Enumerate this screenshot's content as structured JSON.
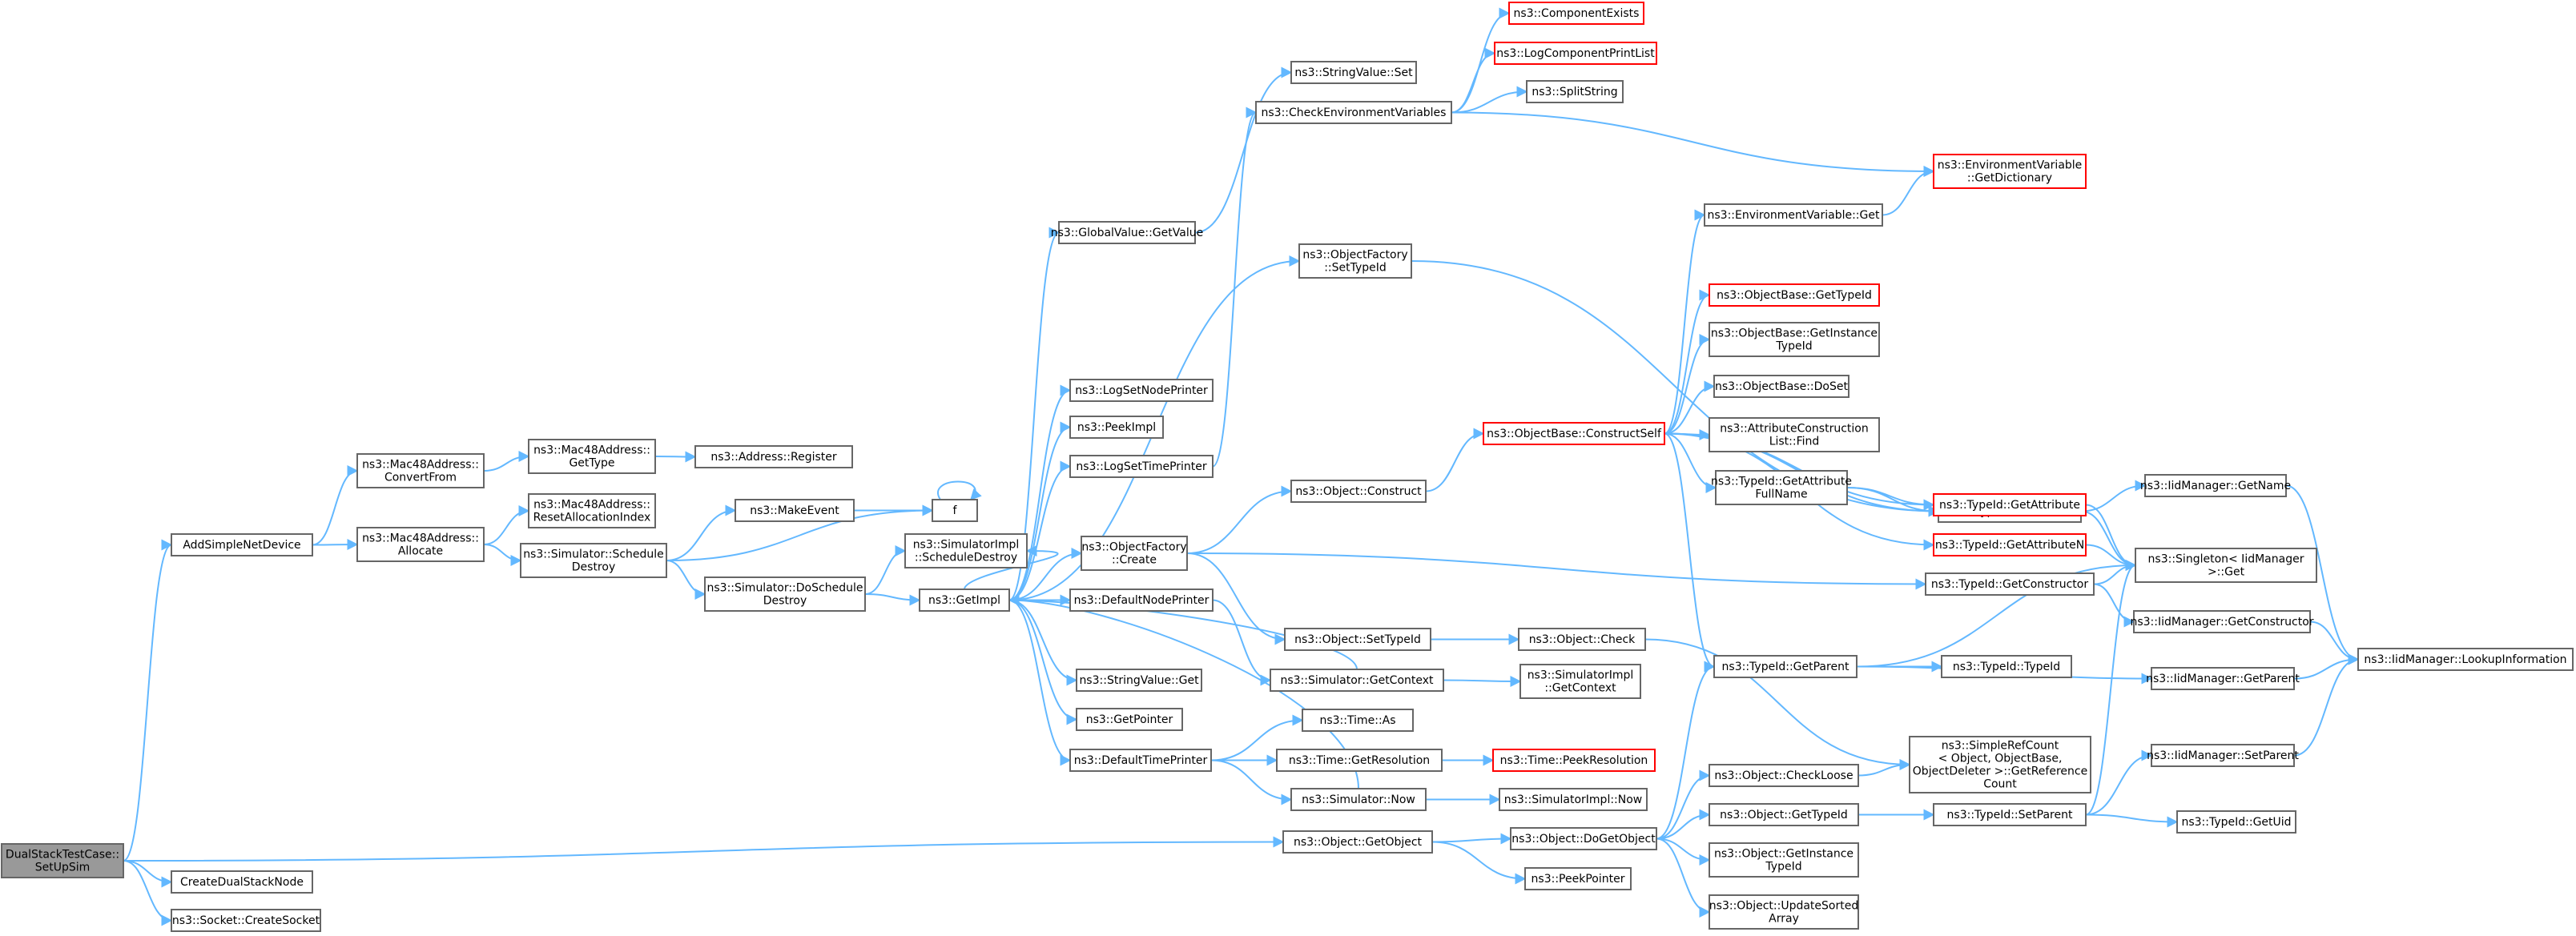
{
  "diagram_title": "",
  "colors": {
    "edge": "#63b8ff",
    "node_border": "#666666",
    "red_border": "#ff0000",
    "root_fill": "#999999"
  },
  "nodes": [
    {
      "id": "root",
      "lines": [
        "DualStackTestCase::",
        "SetUpSim"
      ],
      "kind": "root"
    },
    {
      "id": "addsimple",
      "lines": [
        "AddSimpleNetDevice"
      ]
    },
    {
      "id": "createds",
      "lines": [
        "CreateDualStackNode"
      ]
    },
    {
      "id": "createsock",
      "lines": [
        "ns3::Socket::CreateSocket"
      ]
    },
    {
      "id": "mac_convert",
      "lines": [
        "ns3::Mac48Address::",
        "ConvertFrom"
      ]
    },
    {
      "id": "mac_alloc",
      "lines": [
        "ns3::Mac48Address::",
        "Allocate"
      ]
    },
    {
      "id": "mac_gettype",
      "lines": [
        "ns3::Mac48Address::",
        "GetType"
      ]
    },
    {
      "id": "addr_register",
      "lines": [
        "ns3::Address::Register"
      ]
    },
    {
      "id": "mac_reset",
      "lines": [
        "ns3::Mac48Address::",
        "ResetAllocationIndex"
      ]
    },
    {
      "id": "makeevent",
      "lines": [
        "ns3::MakeEvent"
      ]
    },
    {
      "id": "f",
      "lines": [
        "f"
      ]
    },
    {
      "id": "sim_sched",
      "lines": [
        "ns3::Simulator::Schedule",
        "Destroy"
      ]
    },
    {
      "id": "sim_dosched",
      "lines": [
        "ns3::Simulator::DoSchedule",
        "Destroy"
      ]
    },
    {
      "id": "simimpl_sched",
      "lines": [
        "ns3::SimulatorImpl",
        "::ScheduleDestroy"
      ]
    },
    {
      "id": "getimpl",
      "lines": [
        "ns3::GetImpl"
      ]
    },
    {
      "id": "gv_getvalue",
      "lines": [
        "ns3::GlobalValue::GetValue"
      ]
    },
    {
      "id": "sv_set",
      "lines": [
        "ns3::StringValue::Set"
      ]
    },
    {
      "id": "checkenv",
      "lines": [
        "ns3::CheckEnvironmentVariables"
      ]
    },
    {
      "id": "compexists",
      "lines": [
        "ns3::ComponentExists"
      ],
      "kind": "red"
    },
    {
      "id": "logcompprint",
      "lines": [
        "ns3::LogComponentPrintList"
      ],
      "kind": "red"
    },
    {
      "id": "splitstring",
      "lines": [
        "ns3::SplitString"
      ]
    },
    {
      "id": "envvar_getdict",
      "lines": [
        "ns3::EnvironmentVariable",
        "::GetDictionary"
      ],
      "kind": "red"
    },
    {
      "id": "envvar_get",
      "lines": [
        "ns3::EnvironmentVariable::Get"
      ]
    },
    {
      "id": "of_settypeid",
      "lines": [
        "ns3::ObjectFactory",
        "::SetTypeId"
      ]
    },
    {
      "id": "logsetnode",
      "lines": [
        "ns3::LogSetNodePrinter"
      ]
    },
    {
      "id": "peekimpl",
      "lines": [
        "ns3::PeekImpl"
      ]
    },
    {
      "id": "logsettime",
      "lines": [
        "ns3::LogSetTimePrinter"
      ]
    },
    {
      "id": "of_create",
      "lines": [
        "ns3::ObjectFactory",
        "::Create"
      ]
    },
    {
      "id": "defnodeprint",
      "lines": [
        "ns3::DefaultNodePrinter"
      ]
    },
    {
      "id": "sv_get",
      "lines": [
        "ns3::StringValue::Get"
      ]
    },
    {
      "id": "getpointer",
      "lines": [
        "ns3::GetPointer"
      ]
    },
    {
      "id": "deftimeprint",
      "lines": [
        "ns3::DefaultTimePrinter"
      ]
    },
    {
      "id": "obj_construct",
      "lines": [
        "ns3::Object::Construct"
      ]
    },
    {
      "id": "obj_settypeid",
      "lines": [
        "ns3::Object::SetTypeId"
      ]
    },
    {
      "id": "obj_check",
      "lines": [
        "ns3::Object::Check"
      ]
    },
    {
      "id": "sim_getctx",
      "lines": [
        "ns3::Simulator::GetContext"
      ]
    },
    {
      "id": "simimpl_getctx",
      "lines": [
        "ns3::SimulatorImpl",
        "::GetContext"
      ]
    },
    {
      "id": "time_as",
      "lines": [
        "ns3::Time::As"
      ]
    },
    {
      "id": "time_getres",
      "lines": [
        "ns3::Time::GetResolution"
      ]
    },
    {
      "id": "time_peekres",
      "lines": [
        "ns3::Time::PeekResolution"
      ],
      "kind": "red"
    },
    {
      "id": "sim_now",
      "lines": [
        "ns3::Simulator::Now"
      ]
    },
    {
      "id": "simimpl_now",
      "lines": [
        "ns3::SimulatorImpl::Now"
      ]
    },
    {
      "id": "obj_getobject",
      "lines": [
        "ns3::Object::GetObject"
      ]
    },
    {
      "id": "obj_dogetobject",
      "lines": [
        "ns3::Object::DoGetObject"
      ]
    },
    {
      "id": "peekpointer",
      "lines": [
        "ns3::PeekPointer"
      ]
    },
    {
      "id": "ob_constructself",
      "lines": [
        "ns3::ObjectBase::ConstructSelf"
      ],
      "kind": "red"
    },
    {
      "id": "ob_gettypeid",
      "lines": [
        "ns3::ObjectBase::GetTypeId"
      ],
      "kind": "red"
    },
    {
      "id": "ob_getinst",
      "lines": [
        "ns3::ObjectBase::GetInstance",
        "TypeId"
      ]
    },
    {
      "id": "ob_doset",
      "lines": [
        "ns3::ObjectBase::DoSet"
      ]
    },
    {
      "id": "acl_find",
      "lines": [
        "ns3::AttributeConstruction",
        "List::Find"
      ]
    },
    {
      "id": "tid_getattrfull",
      "lines": [
        "ns3::TypeId::GetAttribute",
        "FullName"
      ]
    },
    {
      "id": "tid_getname",
      "lines": [
        "ns3::TypeId::GetName"
      ]
    },
    {
      "id": "tid_getattr",
      "lines": [
        "ns3::TypeId::GetAttribute"
      ],
      "kind": "red"
    },
    {
      "id": "tid_getattrn",
      "lines": [
        "ns3::TypeId::GetAttributeN"
      ],
      "kind": "red"
    },
    {
      "id": "tid_getctor",
      "lines": [
        "ns3::TypeId::GetConstructor"
      ]
    },
    {
      "id": "tid_getparent",
      "lines": [
        "ns3::TypeId::GetParent"
      ]
    },
    {
      "id": "tid_typeid",
      "lines": [
        "ns3::TypeId::TypeId"
      ]
    },
    {
      "id": "simplerefcount",
      "lines": [
        "ns3::SimpleRefCount",
        "< Object, ObjectBase,",
        "ObjectDeleter >::GetReference",
        "Count"
      ]
    },
    {
      "id": "obj_checkloose",
      "lines": [
        "ns3::Object::CheckLoose"
      ]
    },
    {
      "id": "obj_gettypeid",
      "lines": [
        "ns3::Object::GetTypeId"
      ]
    },
    {
      "id": "obj_getinst",
      "lines": [
        "ns3::Object::GetInstance",
        "TypeId"
      ]
    },
    {
      "id": "obj_updsorted",
      "lines": [
        "ns3::Object::UpdateSorted",
        "Array"
      ]
    },
    {
      "id": "tid_setparent",
      "lines": [
        "ns3::TypeId::SetParent"
      ]
    },
    {
      "id": "iid_getname",
      "lines": [
        "ns3::IidManager::GetName"
      ]
    },
    {
      "id": "singleton_get",
      "lines": [
        "ns3::Singleton< IidManager",
        ">::Get"
      ]
    },
    {
      "id": "iid_getctor",
      "lines": [
        "ns3::IidManager::GetConstructor"
      ]
    },
    {
      "id": "iid_getparent",
      "lines": [
        "ns3::IidManager::GetParent"
      ]
    },
    {
      "id": "iid_lookup",
      "lines": [
        "ns3::IidManager::LookupInformation"
      ]
    },
    {
      "id": "iid_setparent",
      "lines": [
        "ns3::IidManager::SetParent"
      ]
    },
    {
      "id": "tid_getuid",
      "lines": [
        "ns3::TypeId::GetUid"
      ]
    }
  ]
}
